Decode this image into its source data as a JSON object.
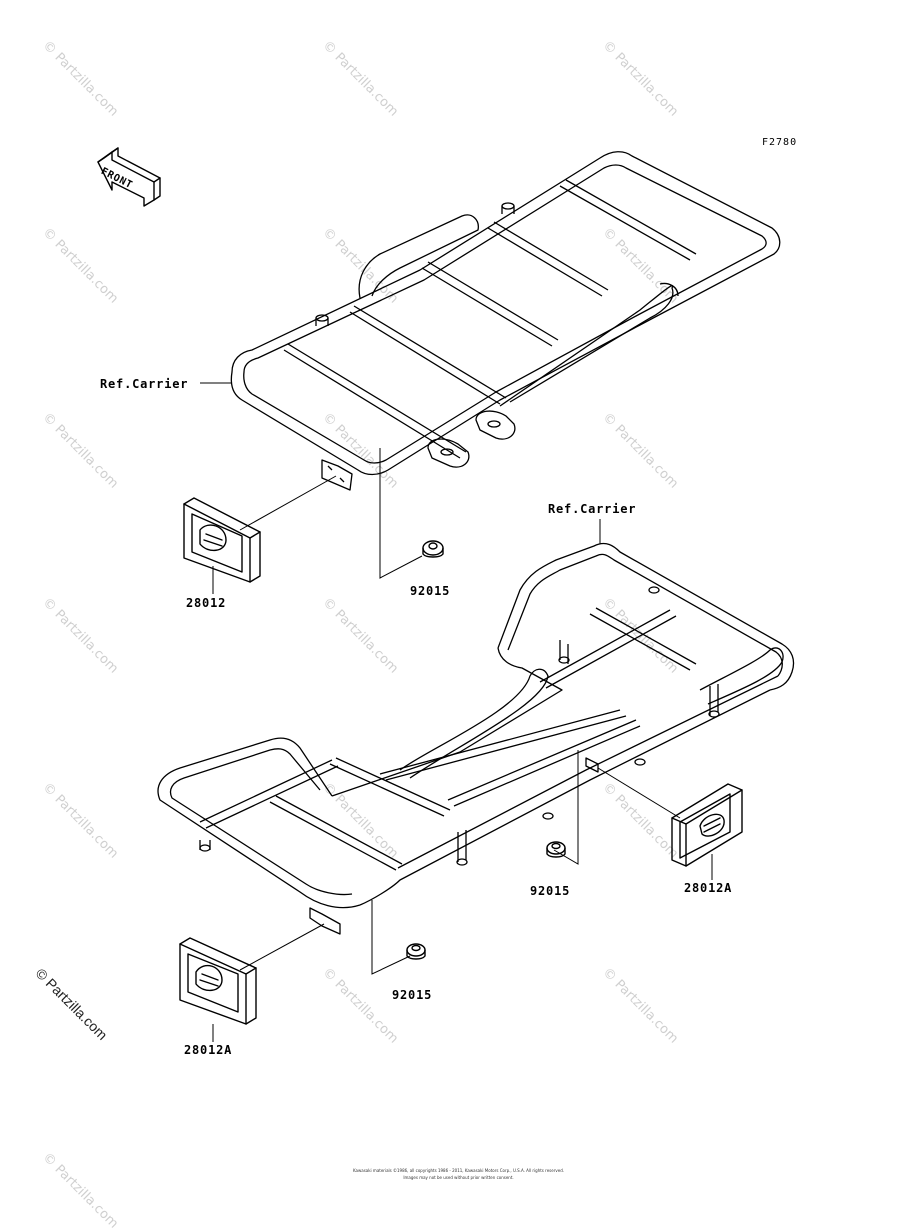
{
  "figure_number": "F2780",
  "front_arrow_label": "FRONT",
  "labels": {
    "ref_carrier_upper": "Ref.Carrier",
    "ref_carrier_lower": "Ref.Carrier",
    "reflector_front": "28012",
    "nut_upper": "92015",
    "reflector_side": "28012A",
    "nut_middle": "92015",
    "reflector_rear": "28012A",
    "nut_lower": "92015"
  },
  "watermark": "© Partzilla.com",
  "copyright_mark": "© Partzilla.com",
  "footer": {
    "line1": "Kawasaki materials ©1986, all copyrights 1986 - 2011, Kawasaki Motors Corp., U.S.A. All rights reserved.",
    "line2": "Images may not be used without prior written consent."
  }
}
